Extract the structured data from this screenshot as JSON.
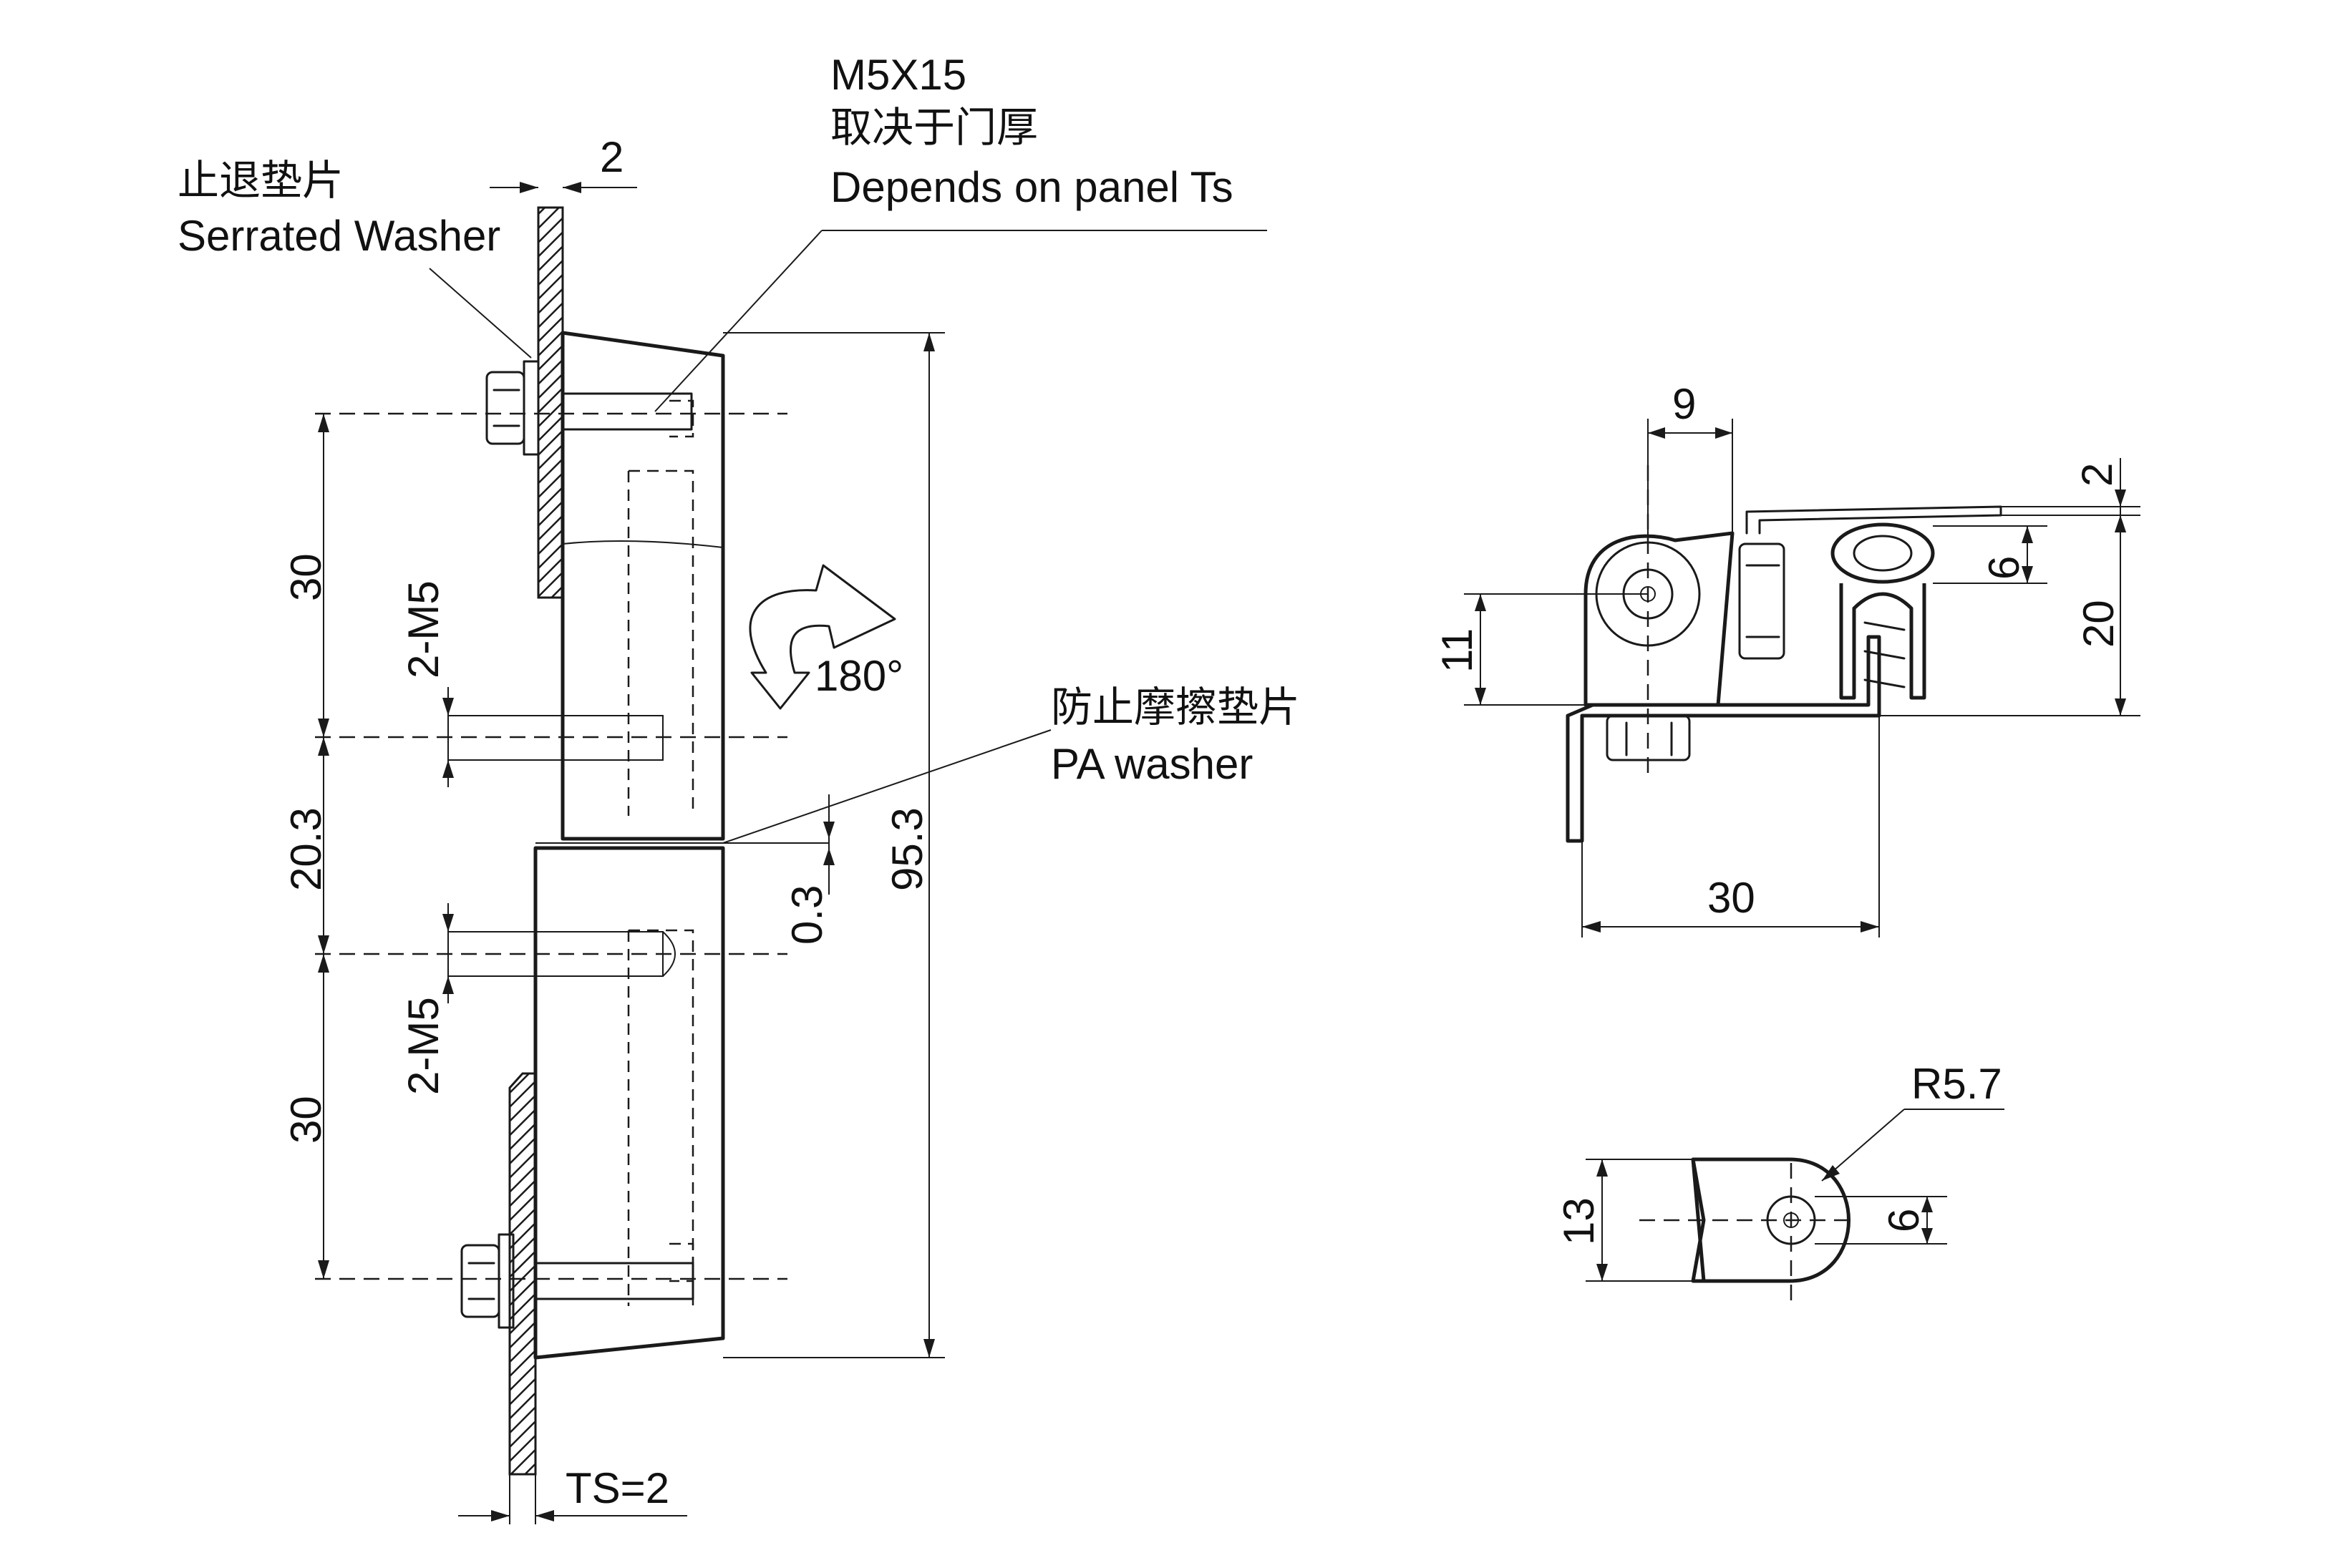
{
  "labels": {
    "bolt_spec": "M5X15",
    "bolt_note_cn": "取决于门厚",
    "bolt_note_en": "Depends on panel Ts",
    "serrated_cn": "止退垫片",
    "serrated_en": "Serrated Washer",
    "pa_cn": "防止摩擦垫片",
    "pa_en": "PA washer",
    "rotation": "180°"
  },
  "dims": {
    "washer_thk": "2",
    "upper_pitch": "30",
    "thread_upper": "2-M5",
    "mid_gap": "20.3",
    "thread_lower": "2-M5",
    "lower_pitch": "30",
    "pa_gap": "0.3",
    "total_length": "95.3",
    "ts": "TS=2",
    "side_9": "9",
    "side_2": "2",
    "side_6": "6",
    "side_20": "20",
    "side_11": "11",
    "side_30": "30",
    "top_r": "R5.7",
    "top_13": "13",
    "top_6": "6"
  }
}
